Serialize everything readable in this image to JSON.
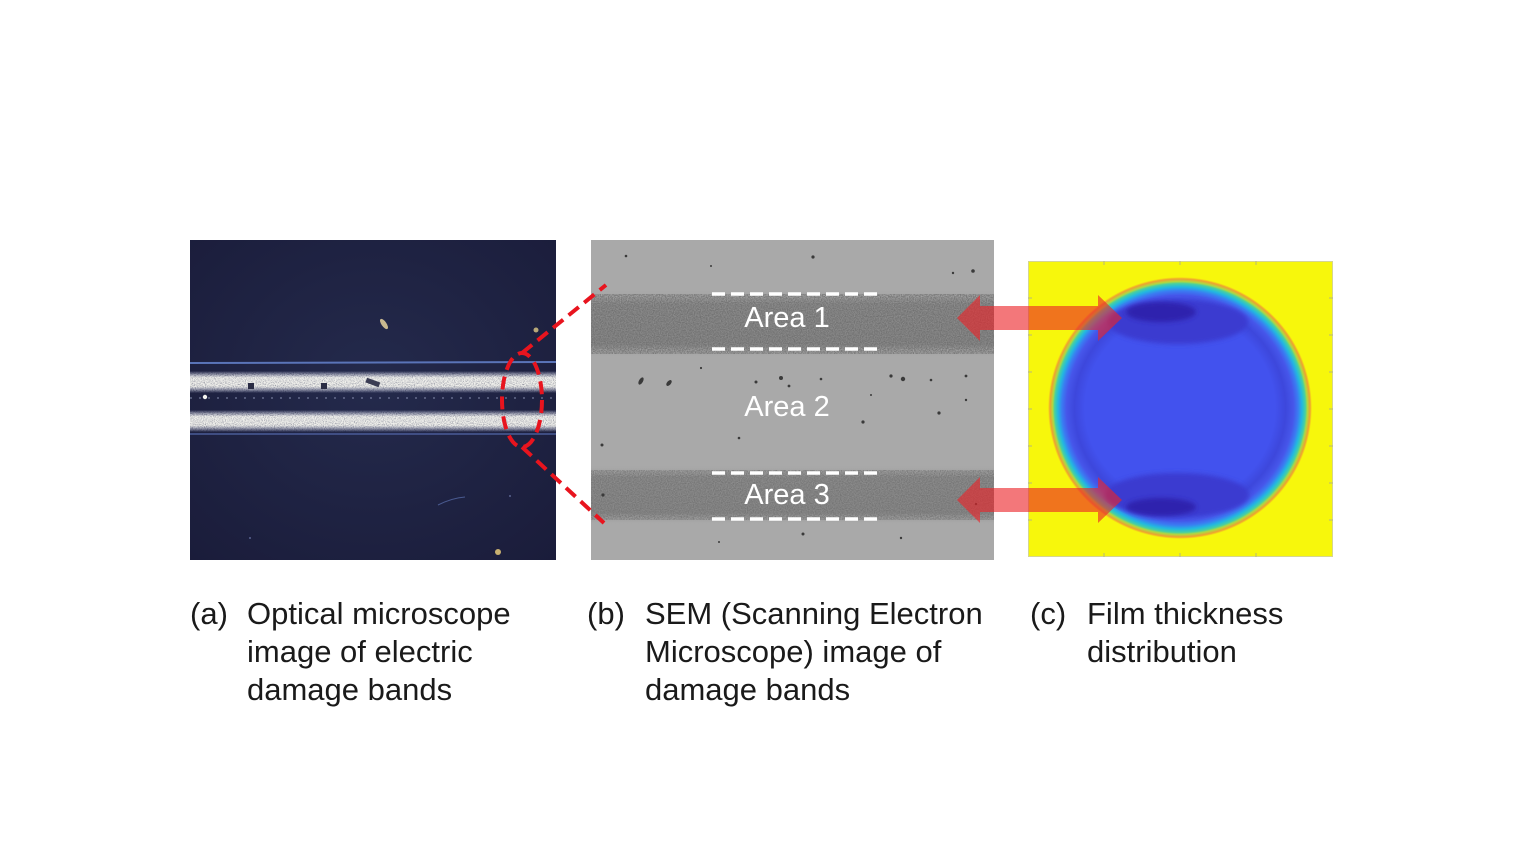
{
  "figure": {
    "panels": [
      {
        "id": "a",
        "label": "(a)",
        "caption_lines": [
          "Optical microscope",
          "image of electric",
          "damage bands"
        ],
        "image": "optical microscope image (dark navy background, two bright damage bands)"
      },
      {
        "id": "b",
        "label": "(b)",
        "caption_lines": [
          "SEM (Scanning Electron",
          "Microscope) image of",
          "damage bands"
        ],
        "areas": [
          "Area 1",
          "Area 2",
          "Area 3"
        ]
      },
      {
        "id": "c",
        "label": "(c)",
        "caption_lines": [
          "Film thickness",
          "distribution"
        ]
      }
    ],
    "colors": {
      "callout_red": "#e8141e",
      "arrow_fill": "rgba(235,35,40,0.62)",
      "optical_background": "#1e2142",
      "sem_background": "#a9a9a9",
      "film_background_yellow": "#f7f70c",
      "film_core_blue": "#4252ee",
      "area_dash_white": "#ffffff",
      "caption_text": "#1a1a1a"
    }
  }
}
